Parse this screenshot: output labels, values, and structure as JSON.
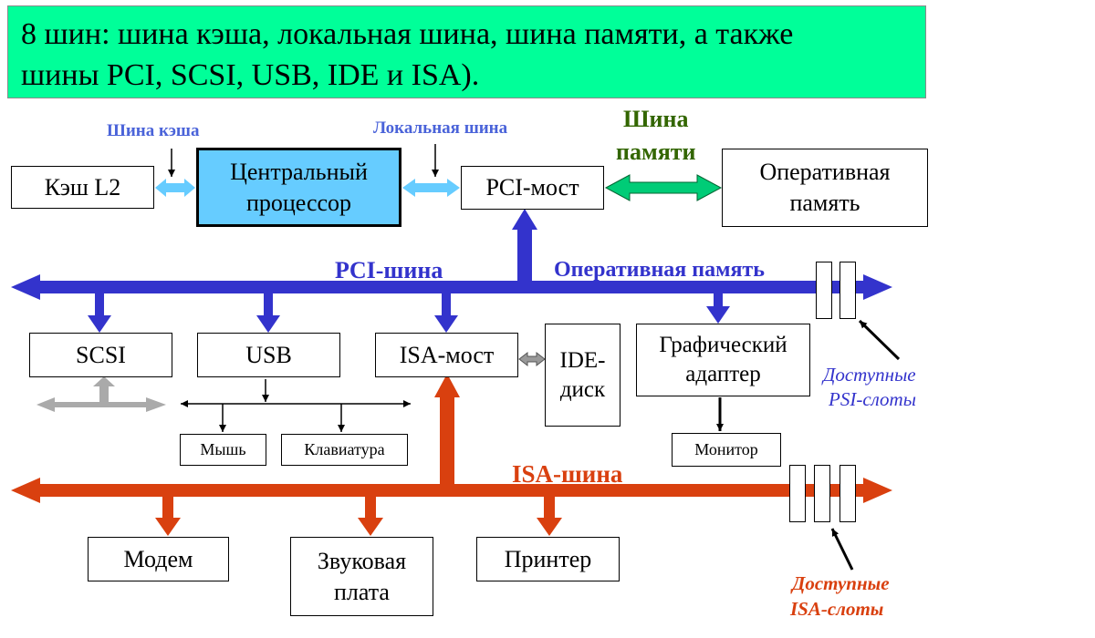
{
  "banner": {
    "line1": "8 шин: шина кэша, локальная шина, шина памяти, а также",
    "line2": "шины PCI, SCSI, USB, IDE и ISA)."
  },
  "labels": {
    "cache_bus": "Шина кэша",
    "local_bus": "Локальная шина",
    "memory_bus_line1": "Шина",
    "memory_bus_line2": "памяти",
    "pci_bus": "PCI-шина",
    "pci_ram": "Оперативная память",
    "isa_bus": "ISA-шина",
    "pci_slots_line1": "Доступные",
    "pci_slots_line2": "PSI-слоты",
    "isa_slots_line1": "Доступные",
    "isa_slots_line2": "ISA-слоты"
  },
  "boxes": {
    "cache_l2": "Кэш L2",
    "cpu_line1": "Центральный",
    "cpu_line2": "процессор",
    "pci_bridge": "PCI-мост",
    "ram_line1": "Оперативная",
    "ram_line2": "память",
    "scsi": "SCSI",
    "usb": "USB",
    "isa_bridge": "ISA-мост",
    "ide_line1": "IDE-",
    "ide_line2": "диск",
    "graphics_line1": "Графический",
    "graphics_line2": "адаптер",
    "mouse": "Мышь",
    "keyboard": "Клавиатура",
    "monitor": "Монитор",
    "modem": "Модем",
    "sound_line1": "Звуковая",
    "sound_line2": "плата",
    "printer": "Принтер"
  },
  "colors": {
    "banner_bg": "#00ff99",
    "cpu_fill": "#66ccff",
    "pci_bus": "#3333cc",
    "isa_bus": "#d9400f",
    "memory_bus": "#00cc77",
    "cache_bus": "#66ccff",
    "memory_label": "#336600",
    "pci_slots_label": "#3333cc",
    "isa_slots_label": "#d9400f",
    "scsi_bus": "#aaaaaa",
    "ide_link": "#999999"
  }
}
